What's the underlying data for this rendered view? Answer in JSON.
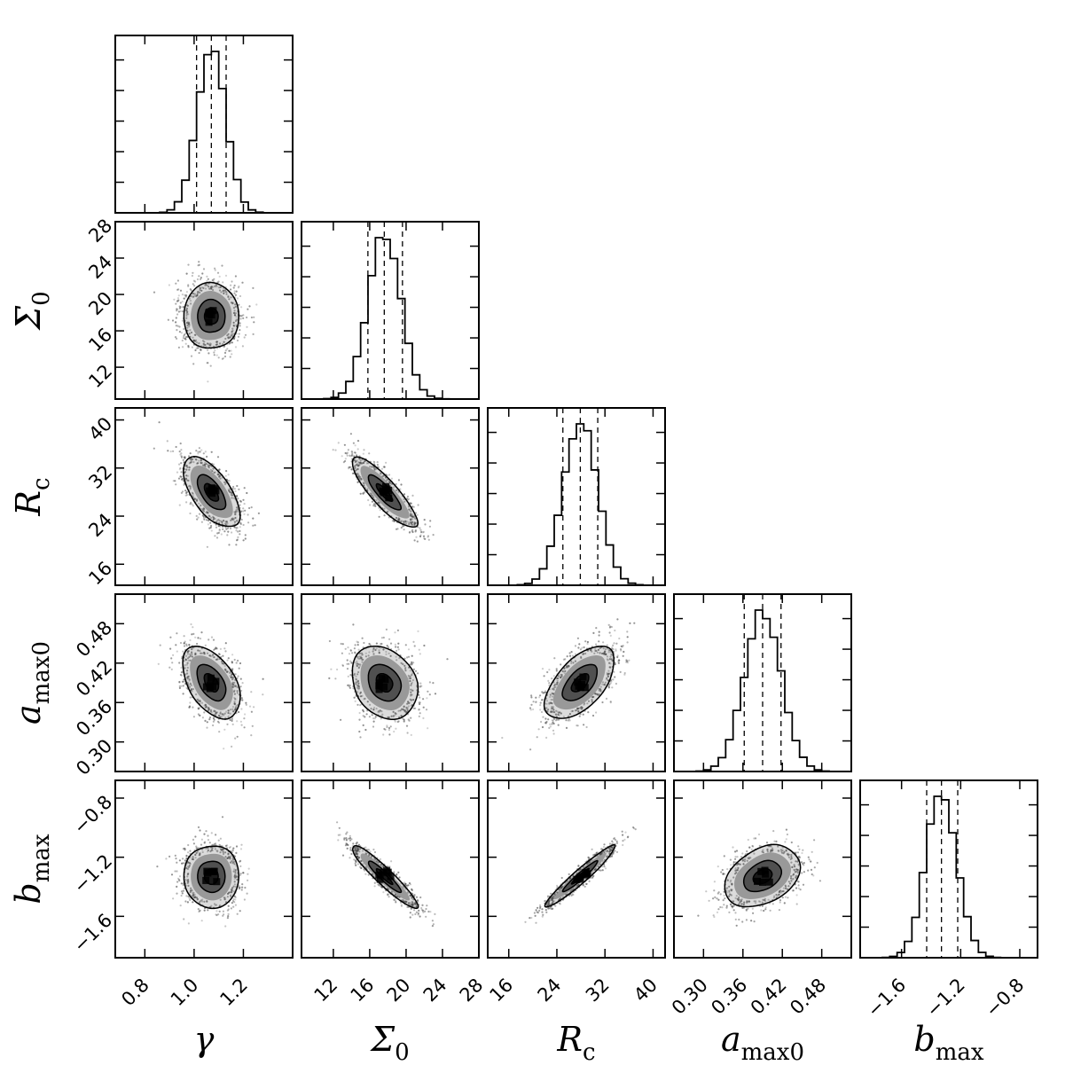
{
  "chart_data": {
    "type": "corner",
    "parameters": [
      {
        "id": "gamma",
        "label": "γ",
        "sub": "",
        "range": [
          0.68,
          1.4
        ],
        "ticks": [
          0.8,
          1.0,
          1.2
        ],
        "tick_labels": [
          "0.8",
          "1.0",
          "1.2"
        ],
        "median": 1.07,
        "q16": 1.01,
        "q84": 1.13,
        "sigma": 0.058
      },
      {
        "id": "sigma0",
        "label": "Σ",
        "sub": "0",
        "range": [
          8.5,
          28.0
        ],
        "ticks": [
          12,
          16,
          20,
          24,
          28
        ],
        "tick_labels": [
          "12",
          "16",
          "20",
          "24",
          "28"
        ],
        "median": 17.6,
        "q16": 15.8,
        "q84": 19.6,
        "sigma": 1.8
      },
      {
        "id": "rc",
        "label": "R",
        "sub": "c",
        "range": [
          12.5,
          42.0
        ],
        "ticks": [
          16,
          24,
          32,
          40
        ],
        "tick_labels": [
          "16",
          "24",
          "32",
          "40"
        ],
        "median": 27.9,
        "q16": 25.0,
        "q84": 30.8,
        "sigma": 2.9
      },
      {
        "id": "amax0",
        "label": "a",
        "sub": "max0",
        "range": [
          0.255,
          0.525
        ],
        "ticks": [
          0.3,
          0.36,
          0.42,
          0.48
        ],
        "tick_labels": [
          "0.30",
          "0.36",
          "0.42",
          "0.48"
        ],
        "median": 0.39,
        "q16": 0.362,
        "q84": 0.418,
        "sigma": 0.028
      },
      {
        "id": "bmax",
        "label": "b",
        "sub": "max",
        "range": [
          -1.88,
          -0.68
        ],
        "ticks": [
          -1.6,
          -1.2,
          -0.8
        ],
        "tick_labels": [
          "−1.6",
          "−1.2",
          "−0.8"
        ],
        "median": -1.33,
        "q16": -1.43,
        "q84": -1.22,
        "sigma": 0.105
      }
    ],
    "correlations": [
      [
        1.0,
        0.0,
        -0.6,
        -0.45,
        0.0
      ],
      [
        0.0,
        1.0,
        -0.85,
        -0.2,
        -0.93
      ],
      [
        -0.6,
        -0.85,
        1.0,
        0.6,
        0.96
      ],
      [
        -0.45,
        -0.2,
        0.6,
        1.0,
        0.35
      ],
      [
        0.0,
        -0.93,
        0.96,
        0.35,
        1.0
      ]
    ],
    "quantile_lines": [
      "16%",
      "50%",
      "84%"
    ],
    "contour_levels_sigma": [
      0.5,
      1.0,
      1.5,
      2.0
    ],
    "colors": {
      "frame": "#000000",
      "points": "#555555",
      "fill": "#000000"
    }
  }
}
